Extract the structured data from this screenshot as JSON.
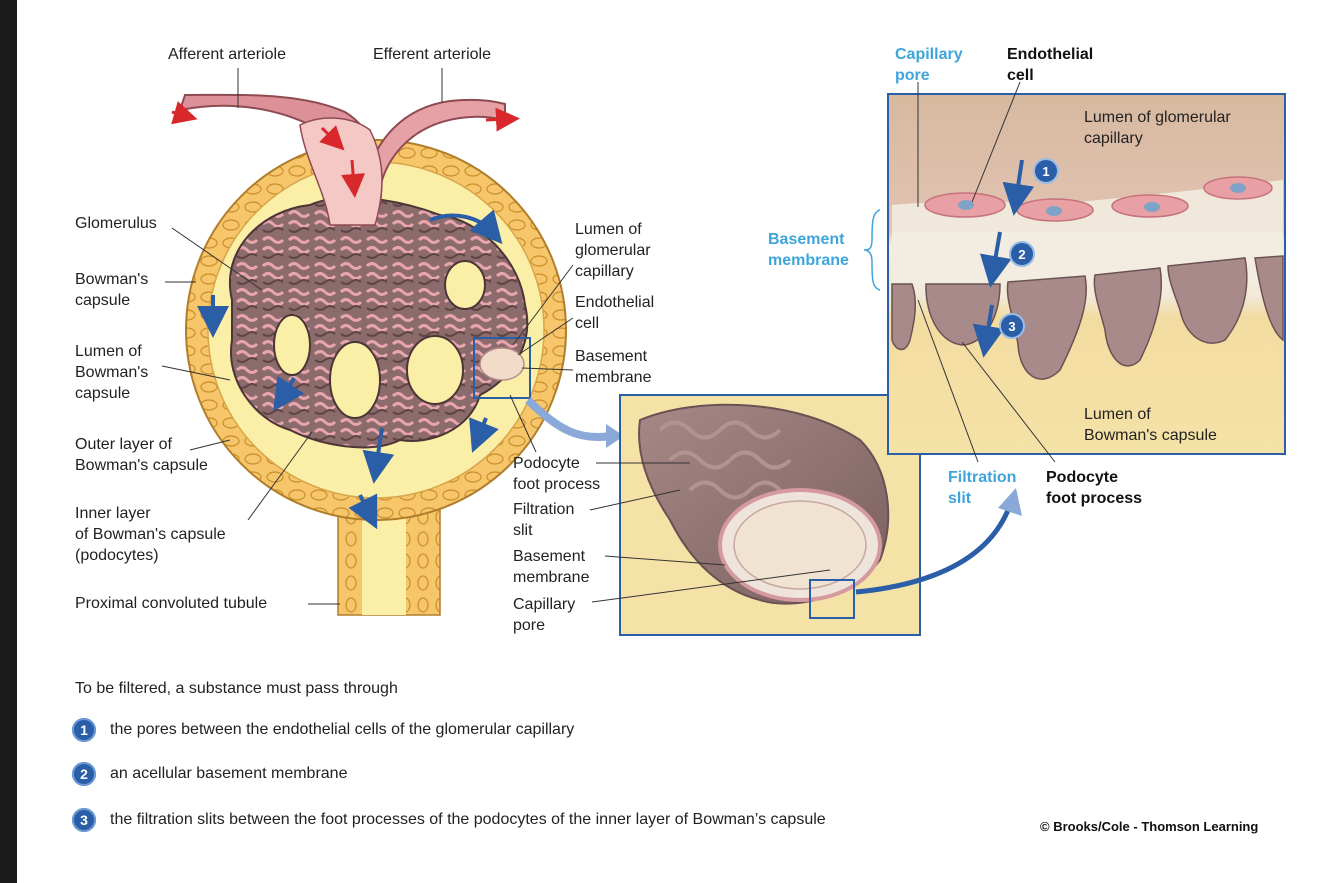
{
  "labels": {
    "afferent_arteriole": "Afferent arteriole",
    "efferent_arteriole": "Efferent arteriole",
    "glomerulus": "Glomerulus",
    "bowmans_capsule": "Bowman's\ncapsule",
    "lumen_of_bowmans_capsule": "Lumen of\nBowman's\ncapsule",
    "outer_layer": "Outer layer of\nBowman's capsule",
    "inner_layer": "Inner layer\nof Bowman's capsule\n(podocytes)",
    "proximal_tubule": "Proximal convoluted tubule",
    "lumen_glomerular_capillary": "Lumen of\nglomerular\ncapillary",
    "endothelial_cell": "Endothelial\ncell",
    "basement_membrane": "Basement\nmembrane",
    "podocyte_foot_process": "Podocyte\nfoot process",
    "filtration_slit": "Filtration\nslit",
    "basement_membrane_2": "Basement\nmembrane",
    "capillary_pore": "Capillary\npore"
  },
  "inset": {
    "capillary_pore": "Capillary\npore",
    "endothelial_cell": "Endothelial\ncell",
    "lumen_glomerular_capillary": "Lumen of glomerular\ncapillary",
    "basement_membrane": "Basement\nmembrane",
    "lumen_bowmans_capsule": "Lumen of\nBowman's capsule",
    "filtration_slit": "Filtration\nslit",
    "podocyte_foot_process": "Podocyte\nfoot process"
  },
  "steps": {
    "intro": "To be filtered, a substance must pass through",
    "items": [
      {
        "num": "1",
        "text": "the pores between the endothelial cells of the glomerular capillary"
      },
      {
        "num": "2",
        "text": "an acellular basement membrane"
      },
      {
        "num": "3",
        "text": "the filtration slits between the foot processes of the podocytes of the inner layer of Bowman’s capsule"
      }
    ]
  },
  "copyright": "© Brooks/Cole - Thomson Learning",
  "colors": {
    "capsule_yellow": "#f3c66a",
    "lumen_yellow": "#fbeea6",
    "capillary_pink": "#d98d95",
    "glomerulus_brown": "#8a6a6b",
    "arrow_blue": "#2a5fa8",
    "label_blue": "#3ea5dc",
    "arrow_red": "#d8282c"
  }
}
